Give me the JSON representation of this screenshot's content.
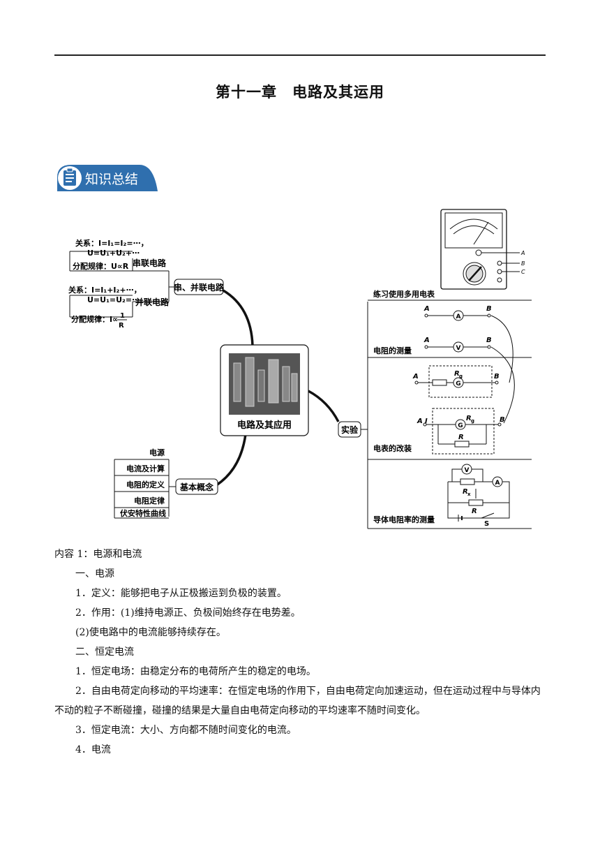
{
  "title": "第十一章　电路及其运用",
  "badge": {
    "label": "知识总结"
  },
  "mindmap": {
    "center": "电路及其应用",
    "branch_series": "串、并联电路",
    "series": {
      "label": "串联电路",
      "relation_line1": "关系：I=I₁=I₂=⋯，",
      "relation_line2": "U=U₁+U₂+⋯",
      "rule": "分配规律：U∝R"
    },
    "parallel": {
      "label": "并联电路",
      "relation_line1": "关系：I=I₁+I₂+⋯，",
      "relation_line2": "U=U₁=U₂=⋯",
      "rule_prefix": "分配规律：I∝",
      "rule_num": "1",
      "rule_den": "R"
    },
    "branch_basic": "基本概念",
    "basic_items": [
      "电源",
      "电流及计算",
      "电阻的定义",
      "电阻定律",
      "伏安特性曲线"
    ],
    "branch_exp": "实验",
    "exp_items": [
      "练习使用多用电表",
      "电阻的测量",
      "电表的改装",
      "导体电阻率的测量"
    ],
    "circuit": {
      "A": "A",
      "B": "B",
      "I": "I",
      "R": "R",
      "Rg": "R",
      "g": "g",
      "Rx": "R",
      "x": "x",
      "S": "S",
      "ammeter": "A",
      "voltmeter": "V",
      "galvanometer": "G",
      "meter_labels": [
        "A",
        "B",
        "C"
      ]
    }
  },
  "body": {
    "content_title": "内容 1：电源和电流",
    "s1": "一、电源",
    "p1": "1．定义：能够把电子从正极搬运到负极的装置。",
    "p2": "2．作用：(1)维持电源正、负极间始终存在电势差。",
    "p3": "(2)使电路中的电流能够持续存在。",
    "s2": "二、恒定电流",
    "p4": "1．恒定电场：由稳定分布的电荷所产生的稳定的电场。",
    "p5": "2．自由电荷定向移动的平均速率：在恒定电场的作用下，自由电荷定向加速运动，但在运动过程中与导体内不动的粒子不断碰撞，碰撞的结果是大量自由电荷定向移动的平均速率不随时间变化。",
    "p6": "3．恒定电流：大小、方向都不随时间变化的电流。",
    "p7": "4．电流"
  }
}
